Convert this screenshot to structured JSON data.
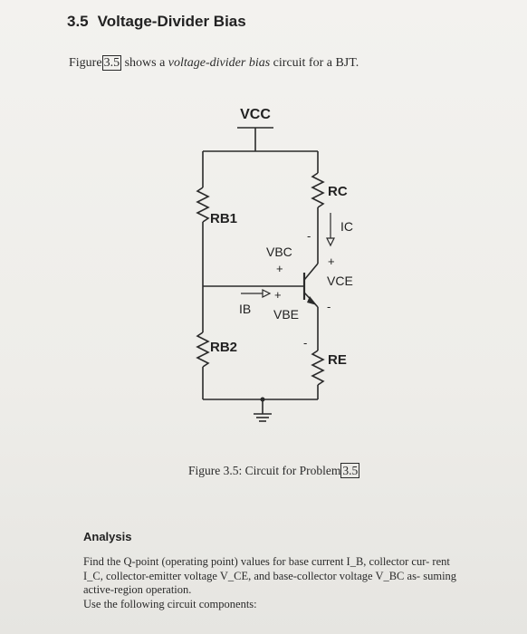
{
  "section": {
    "number": "3.5",
    "title": "Voltage-Divider Bias"
  },
  "intro": {
    "prefix": "Figure",
    "ref": "3.5",
    "middle": " shows a ",
    "emph": "voltage-divider bias",
    "suffix": " circuit for a BJT."
  },
  "circuit": {
    "labels": {
      "vcc": "VCC",
      "rb1": "RB1",
      "rb2": "RB2",
      "rc": "RC",
      "re": "RE",
      "ic": "IC",
      "ib": "IB",
      "vbc": "VBC",
      "vbe": "VBE",
      "vce": "VCE",
      "plus": "+",
      "minus": "-"
    }
  },
  "caption": {
    "prefix": "Figure 3.5: Circuit for Problem",
    "ref": "3.5"
  },
  "analysis": {
    "title": "Analysis",
    "paragraph": "Find the Q-point (operating point) values for base current I",
    "full_text_lines": [
      "Find the Q-point (operating point) values for base current I_B, collector cur-",
      "rent I_C, collector-emitter voltage V_CE, and base-collector voltage V_BC as-",
      "suming active-region operation."
    ],
    "use_line": "Use the following circuit components:"
  }
}
